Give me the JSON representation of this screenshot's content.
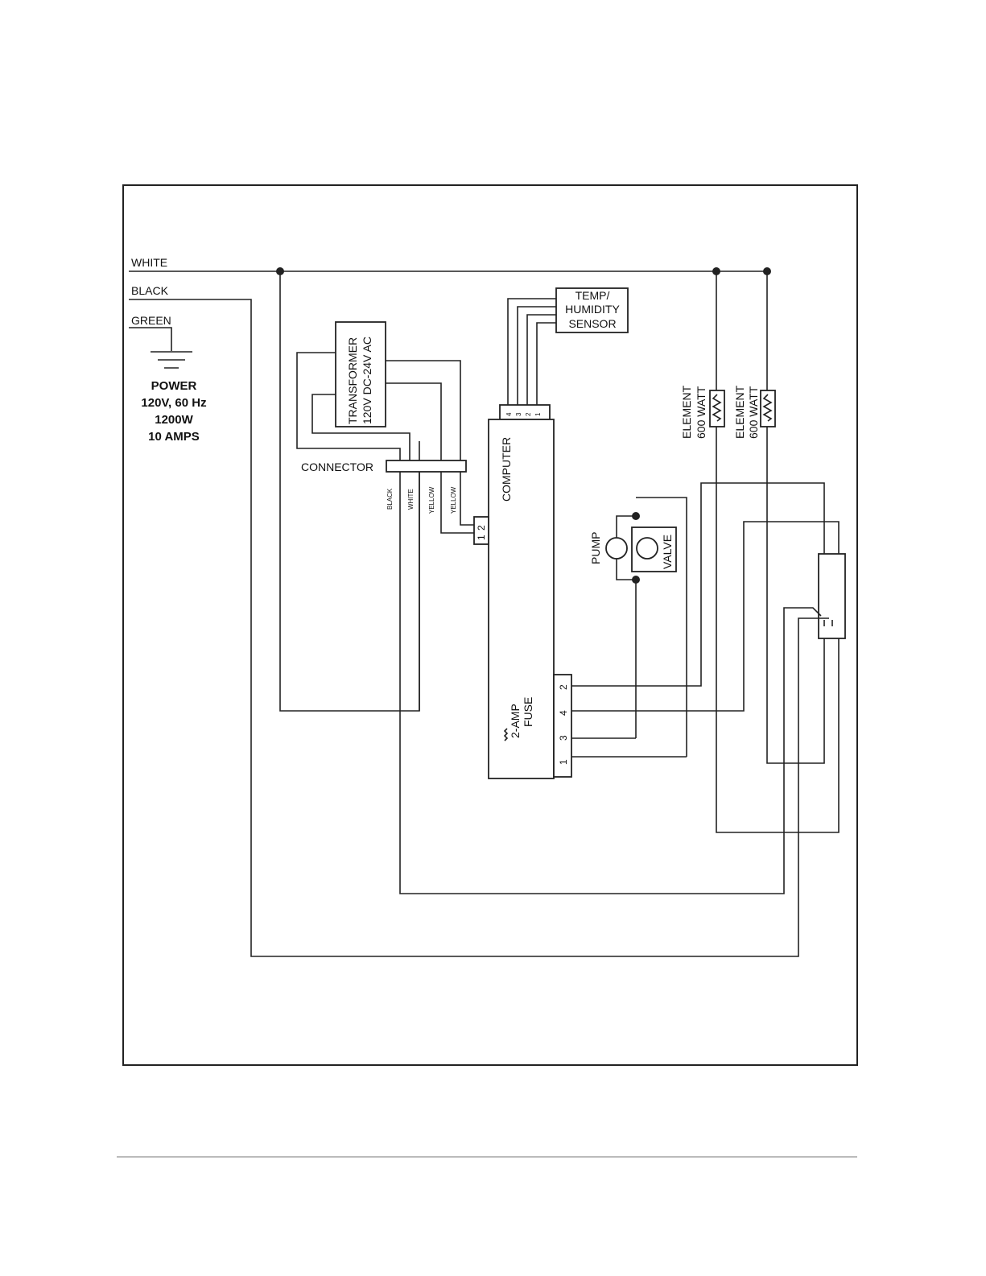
{
  "power": {
    "white": "WHITE",
    "black": "BLACK",
    "green": "GREEN",
    "spec": [
      "POWER",
      "120V, 60 Hz",
      "1200W",
      "10 AMPS"
    ]
  },
  "transformer": {
    "name": "TRANSFORMER",
    "rating": "120V DC-24V AC"
  },
  "connector": {
    "label": "CONNECTOR",
    "wires": [
      "BLACK",
      "WHITE",
      "YELLOW",
      "YELLOW"
    ]
  },
  "sensor": {
    "lines": [
      "TEMP/",
      "HUMIDITY",
      "SENSOR"
    ],
    "pins": [
      "4",
      "3",
      "2",
      "1"
    ]
  },
  "computer": {
    "label": "COMPUTER",
    "input_pins": [
      "2",
      "1"
    ],
    "fuse": [
      "2-AMP",
      "FUSE"
    ],
    "output_pins": [
      "2",
      "4",
      "3",
      "1"
    ]
  },
  "pump": "PUMP",
  "valve": "VALVE",
  "elements": [
    {
      "name": "ELEMENT",
      "rating": "600 WATT"
    },
    {
      "name": "ELEMENT",
      "rating": "600 WATT"
    }
  ]
}
